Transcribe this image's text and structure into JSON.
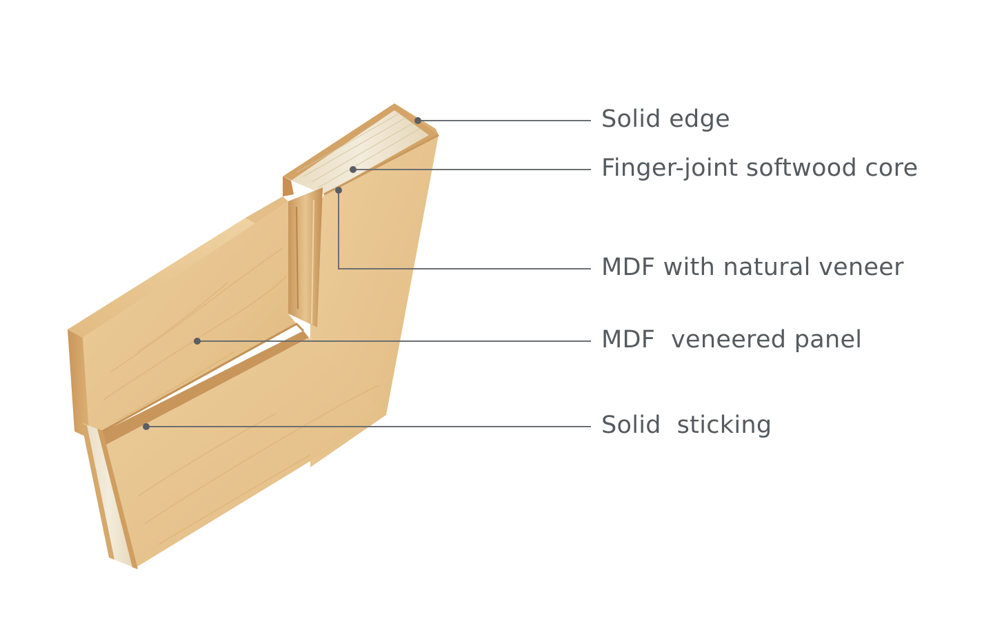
{
  "labels": {
    "solid_edge": "Solid edge",
    "core": "Finger-joint softwood core",
    "mdf_veneer": "MDF with natural veneer",
    "panel": "MDF  veneered panel",
    "sticking": "Solid  sticking"
  },
  "colors": {
    "label_text": "#555a5e",
    "leader": "#6b6e71",
    "wood_face": "#e8c792",
    "wood_edge": "#d7ad6f",
    "core": "#efe6d2"
  }
}
